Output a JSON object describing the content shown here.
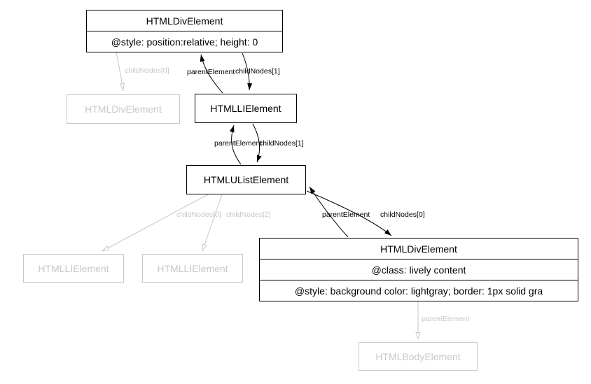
{
  "diagram": {
    "nodes": {
      "div_top": {
        "title": "HTMLDivElement",
        "style_attr": "@style: position:relative; height: 0"
      },
      "div_faded": {
        "title": "HTMLDivElement"
      },
      "li_main": {
        "title": "HTMLLIElement"
      },
      "ul_main": {
        "title": "HTMLUListElement"
      },
      "li_faded_1": {
        "title": "HTMLLIElement"
      },
      "li_faded_2": {
        "title": "HTMLLIElement"
      },
      "div_content": {
        "title": "HTMLDivElement",
        "class_attr": "@class: lively content",
        "style_attr": "@style: background color: lightgray; border: 1px solid gra"
      },
      "body_faded": {
        "title": "HTMLBodyElement"
      }
    },
    "edge_labels": {
      "top_childNodes0": "childNodes[0]",
      "top_parentElement": "parentElement",
      "top_childNodes1": "childNodes[1]",
      "mid_parentElement": "parentElement",
      "mid_childNodes1": "childNodes[1]",
      "low_childNodes0": "childNodes[0]",
      "low_childNodes2": "childNodes[2]",
      "low_parentElement": "parentElement",
      "low_childNodes0_content": "childNodes[0]",
      "bottom_parentElement": "parentElement"
    },
    "colors": {
      "active": "#000000",
      "faded": "#c8c8c8",
      "background": "#ffffff"
    }
  }
}
